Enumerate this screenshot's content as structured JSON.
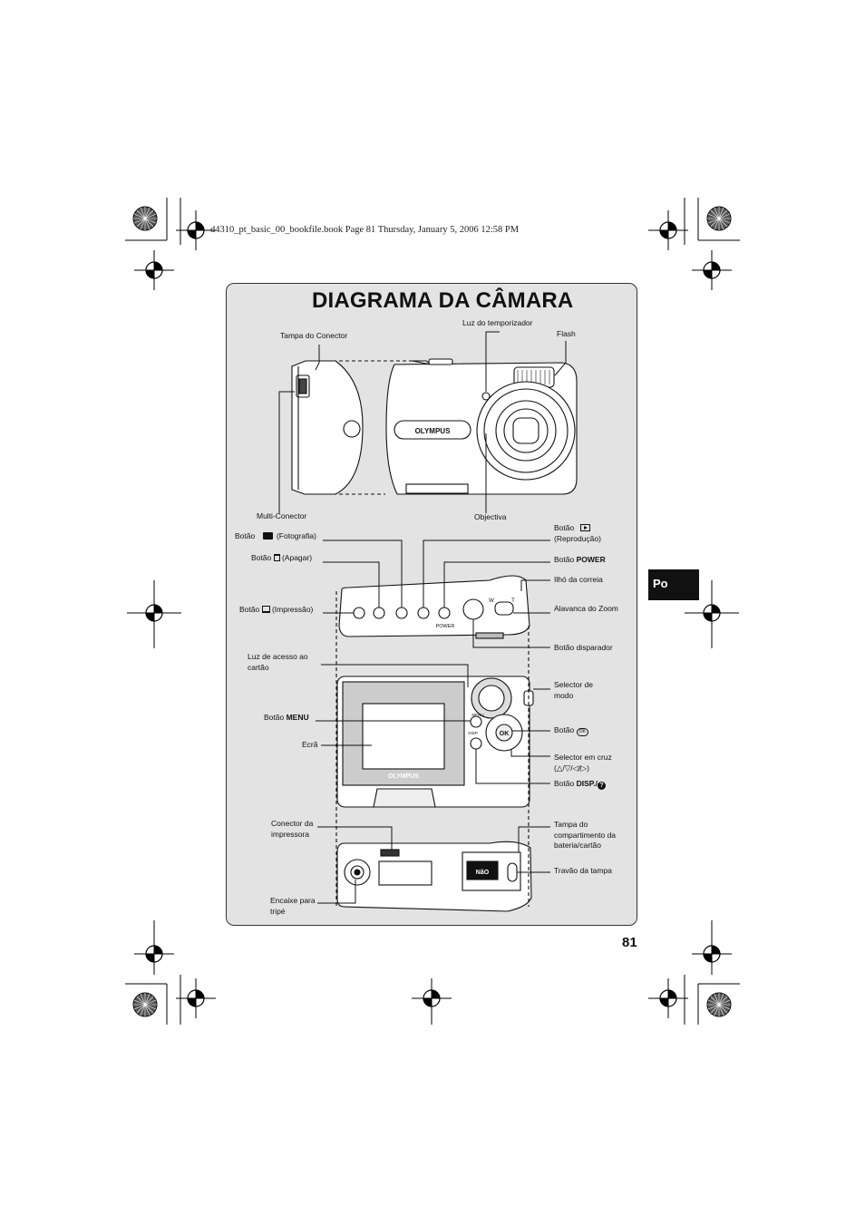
{
  "header": {
    "file_line": "d4310_pt_basic_00_bookfile.book  Page 81  Thursday, January 5, 2006  12:58 PM"
  },
  "page": {
    "title": "DIAGRAMA DA CÂMARA",
    "language_tab": "Po",
    "page_number": "81"
  },
  "camera": {
    "brand": "OLYMPUS",
    "top_small_labels": {
      "power": "POWER",
      "zoom_w": "W",
      "zoom_t": "T"
    },
    "back_small_labels": {
      "menu": "MENU",
      "ok": "OK",
      "disp": "DISP."
    },
    "bottom_small_labels": {
      "lock": "NãO"
    }
  },
  "labels": {
    "tampa_conector": "Tampa do Conector",
    "luz_temporizador": "Luz do temporizador",
    "flash": "Flash",
    "multi_conector": "Multi-Conector",
    "objectiva": "Objectiva",
    "botao_fotografia_prefix": "Botão",
    "botao_fotografia_suffix": "(Fotografia)",
    "botao_apagar_prefix": "Botão",
    "botao_apagar_suffix": "(Apagar)",
    "botao_impressao_prefix": "Botão",
    "botao_impressao_suffix": "(Impressão)",
    "botao_reproducao_line1": "Botão",
    "botao_reproducao_line2": "(Reprodução)",
    "botao_power_prefix": "Botão",
    "botao_power_bold": "POWER",
    "ilho_correia": "Ilhó da correia",
    "alavanca_zoom": "Alavanca do Zoom",
    "botao_disparador": "Botão disparador",
    "luz_acesso_line1": "Luz de acesso ao",
    "luz_acesso_line2": "cartão",
    "selector_modo_line1": "Selector de",
    "selector_modo_line2": "modo",
    "botao_menu_prefix": "Botão",
    "botao_menu_bold": "MENU",
    "botao_ok_prefix": "Botão",
    "ecra": "Ecrã",
    "selector_cruz_line1": "Selector em cruz",
    "selector_cruz_line2": "(△/▽/◁/▷)",
    "botao_disp_prefix": "Botão",
    "botao_disp_bold": "DISP./",
    "conector_impressora_line1": "Conector da",
    "conector_impressora_line2": "impressora",
    "tampa_bateria_line1": "Tampa do",
    "tampa_bateria_line2": "compartimento da",
    "tampa_bateria_line3": "bateria/cartão",
    "travao_tampa": "Travão da tampa",
    "encaixe_tripe_line1": "Encaixe para",
    "encaixe_tripe_line2": "tripé"
  }
}
